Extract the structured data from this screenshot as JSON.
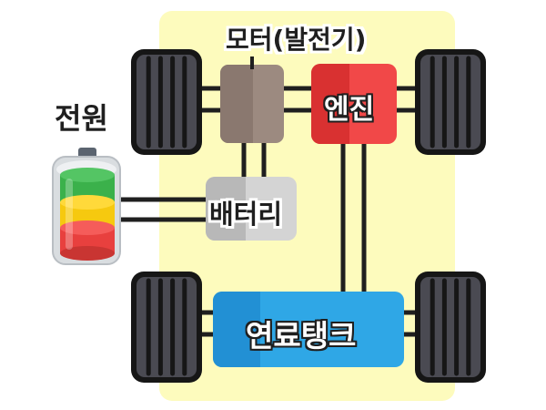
{
  "labels": {
    "motor": "모터(발전기)",
    "engine": "엔진",
    "power": "전원",
    "battery": "배터리",
    "fuel_tank": "연료탱크"
  },
  "colors": {
    "chassis_background": "#fdfbbd",
    "tire": "#4a4a52",
    "tire_outline": "#161616",
    "motor": "#9c8a80",
    "engine": "#f14848",
    "battery": "#d0d0d0",
    "fuel_tank": "#2fa7e6",
    "battery_green": "#3bb14b",
    "battery_yellow": "#f6c90f",
    "battery_red": "#e8403e",
    "battery_shell": "#c8c8c8",
    "line": "#1f1f1f"
  },
  "icons": [
    "tire-icon",
    "battery-icon"
  ]
}
